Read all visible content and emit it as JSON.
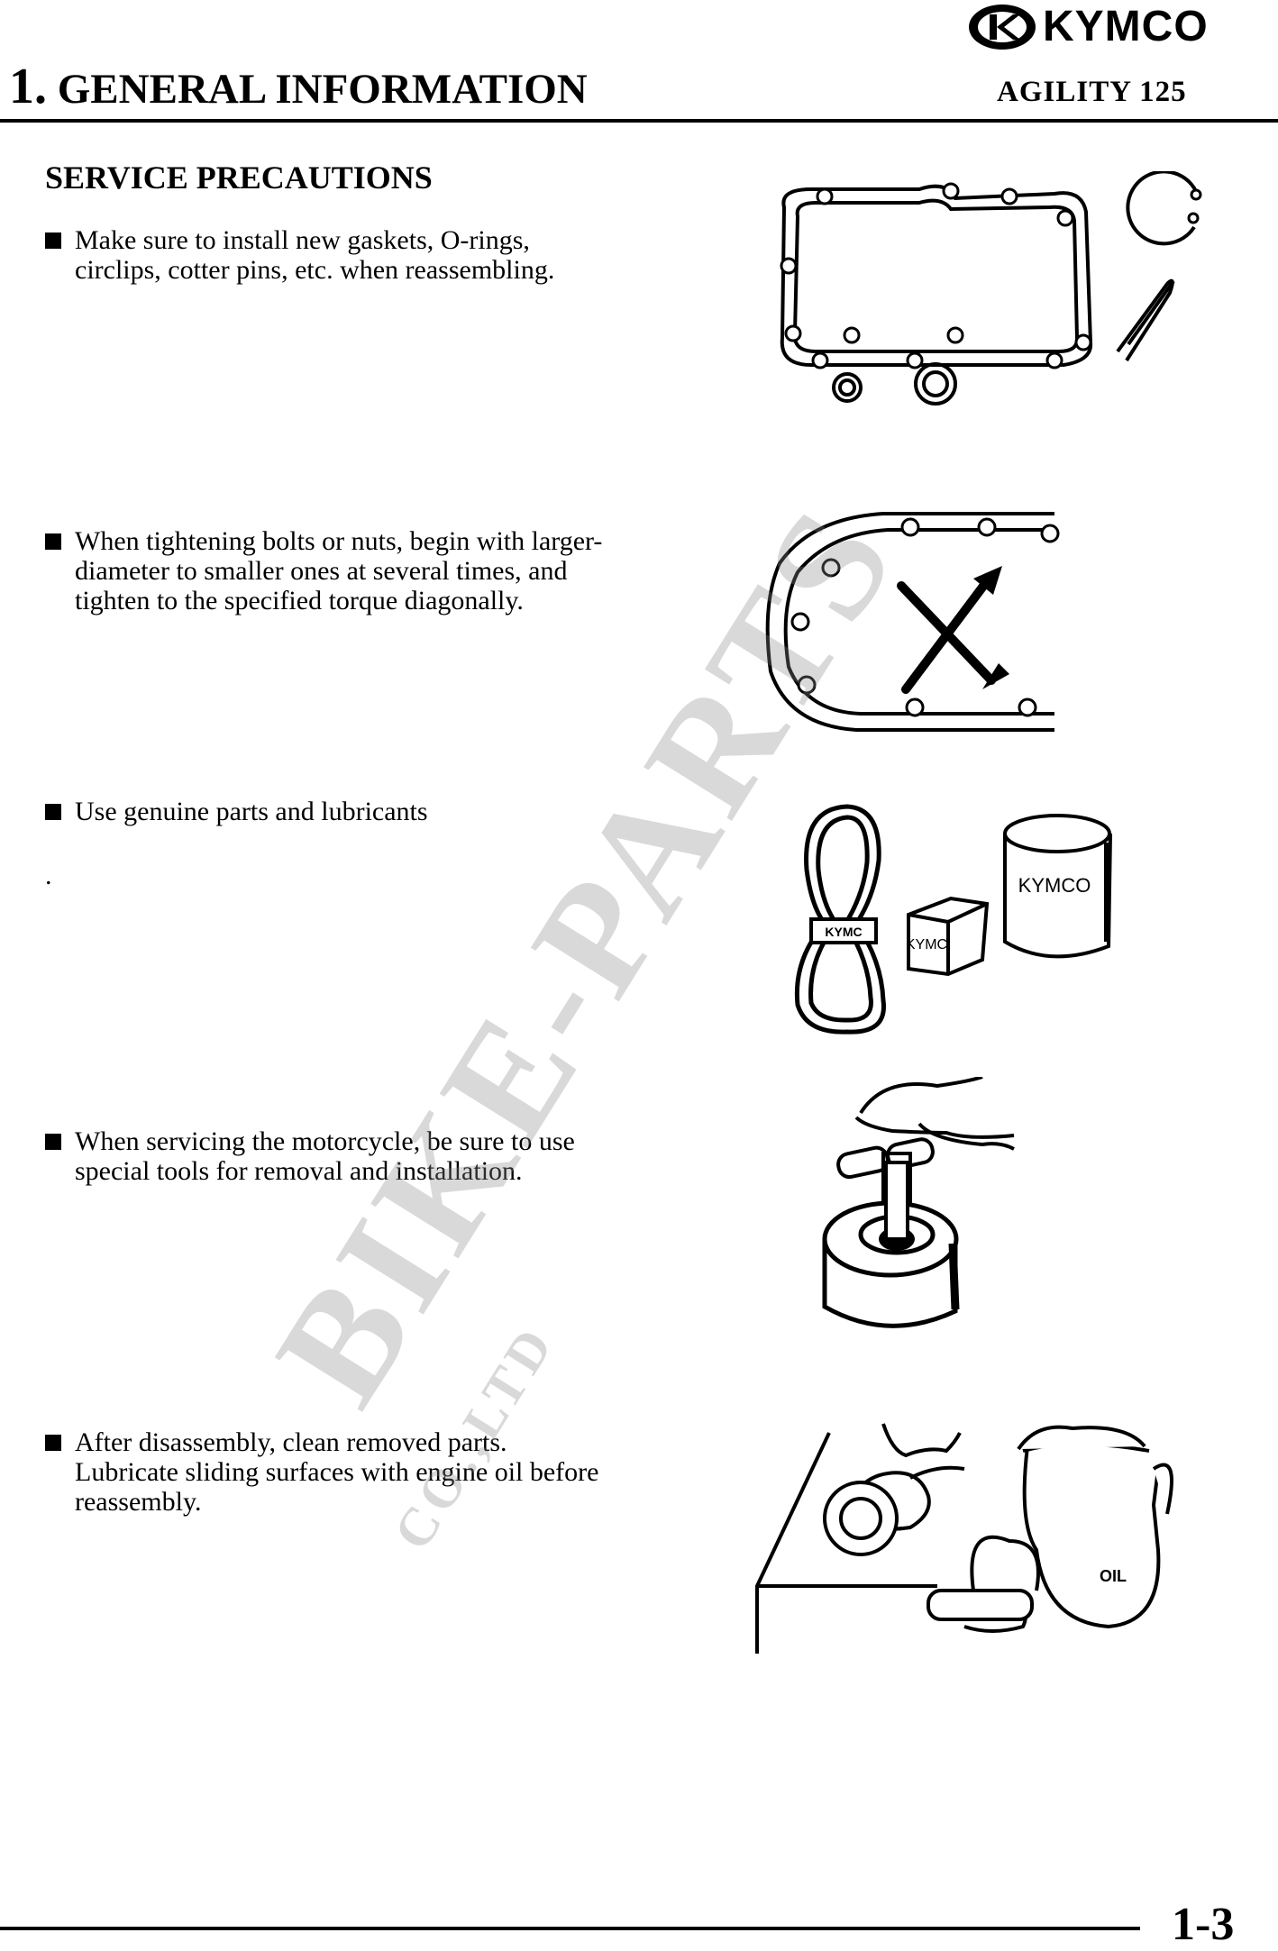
{
  "header": {
    "brand": "KYMCO",
    "chapter_number": "1.",
    "chapter_title": "GENERAL INFORMATION",
    "model": "AGILITY 125"
  },
  "section": {
    "title": "SERVICE PRECAUTIONS"
  },
  "items": [
    {
      "text": "Make sure to install new gaskets, O-rings, circlips, cotter pins, etc. when reassembling."
    },
    {
      "text": "When tightening bolts or nuts, begin with larger-diameter to smaller ones at several times, and tighten to the specified torque diagonally."
    },
    {
      "text": "Use genuine parts and lubricants"
    },
    {
      "text": "When servicing the motorcycle, be sure to use special tools for removal and installation."
    },
    {
      "text": "After disassembly, clean removed parts. Lubricate sliding surfaces with engine oil before reassembly."
    }
  ],
  "stray_mark": ".",
  "illustrations": {
    "lubricant_label": "KYMCO",
    "block_label": "KYMC",
    "belt_label": "KYMC",
    "oil_can_label": "OIL"
  },
  "watermark": {
    "main": "BIKE-PARTS",
    "sub": "CO.,LTD"
  },
  "footer": {
    "page_number": "1-3"
  }
}
